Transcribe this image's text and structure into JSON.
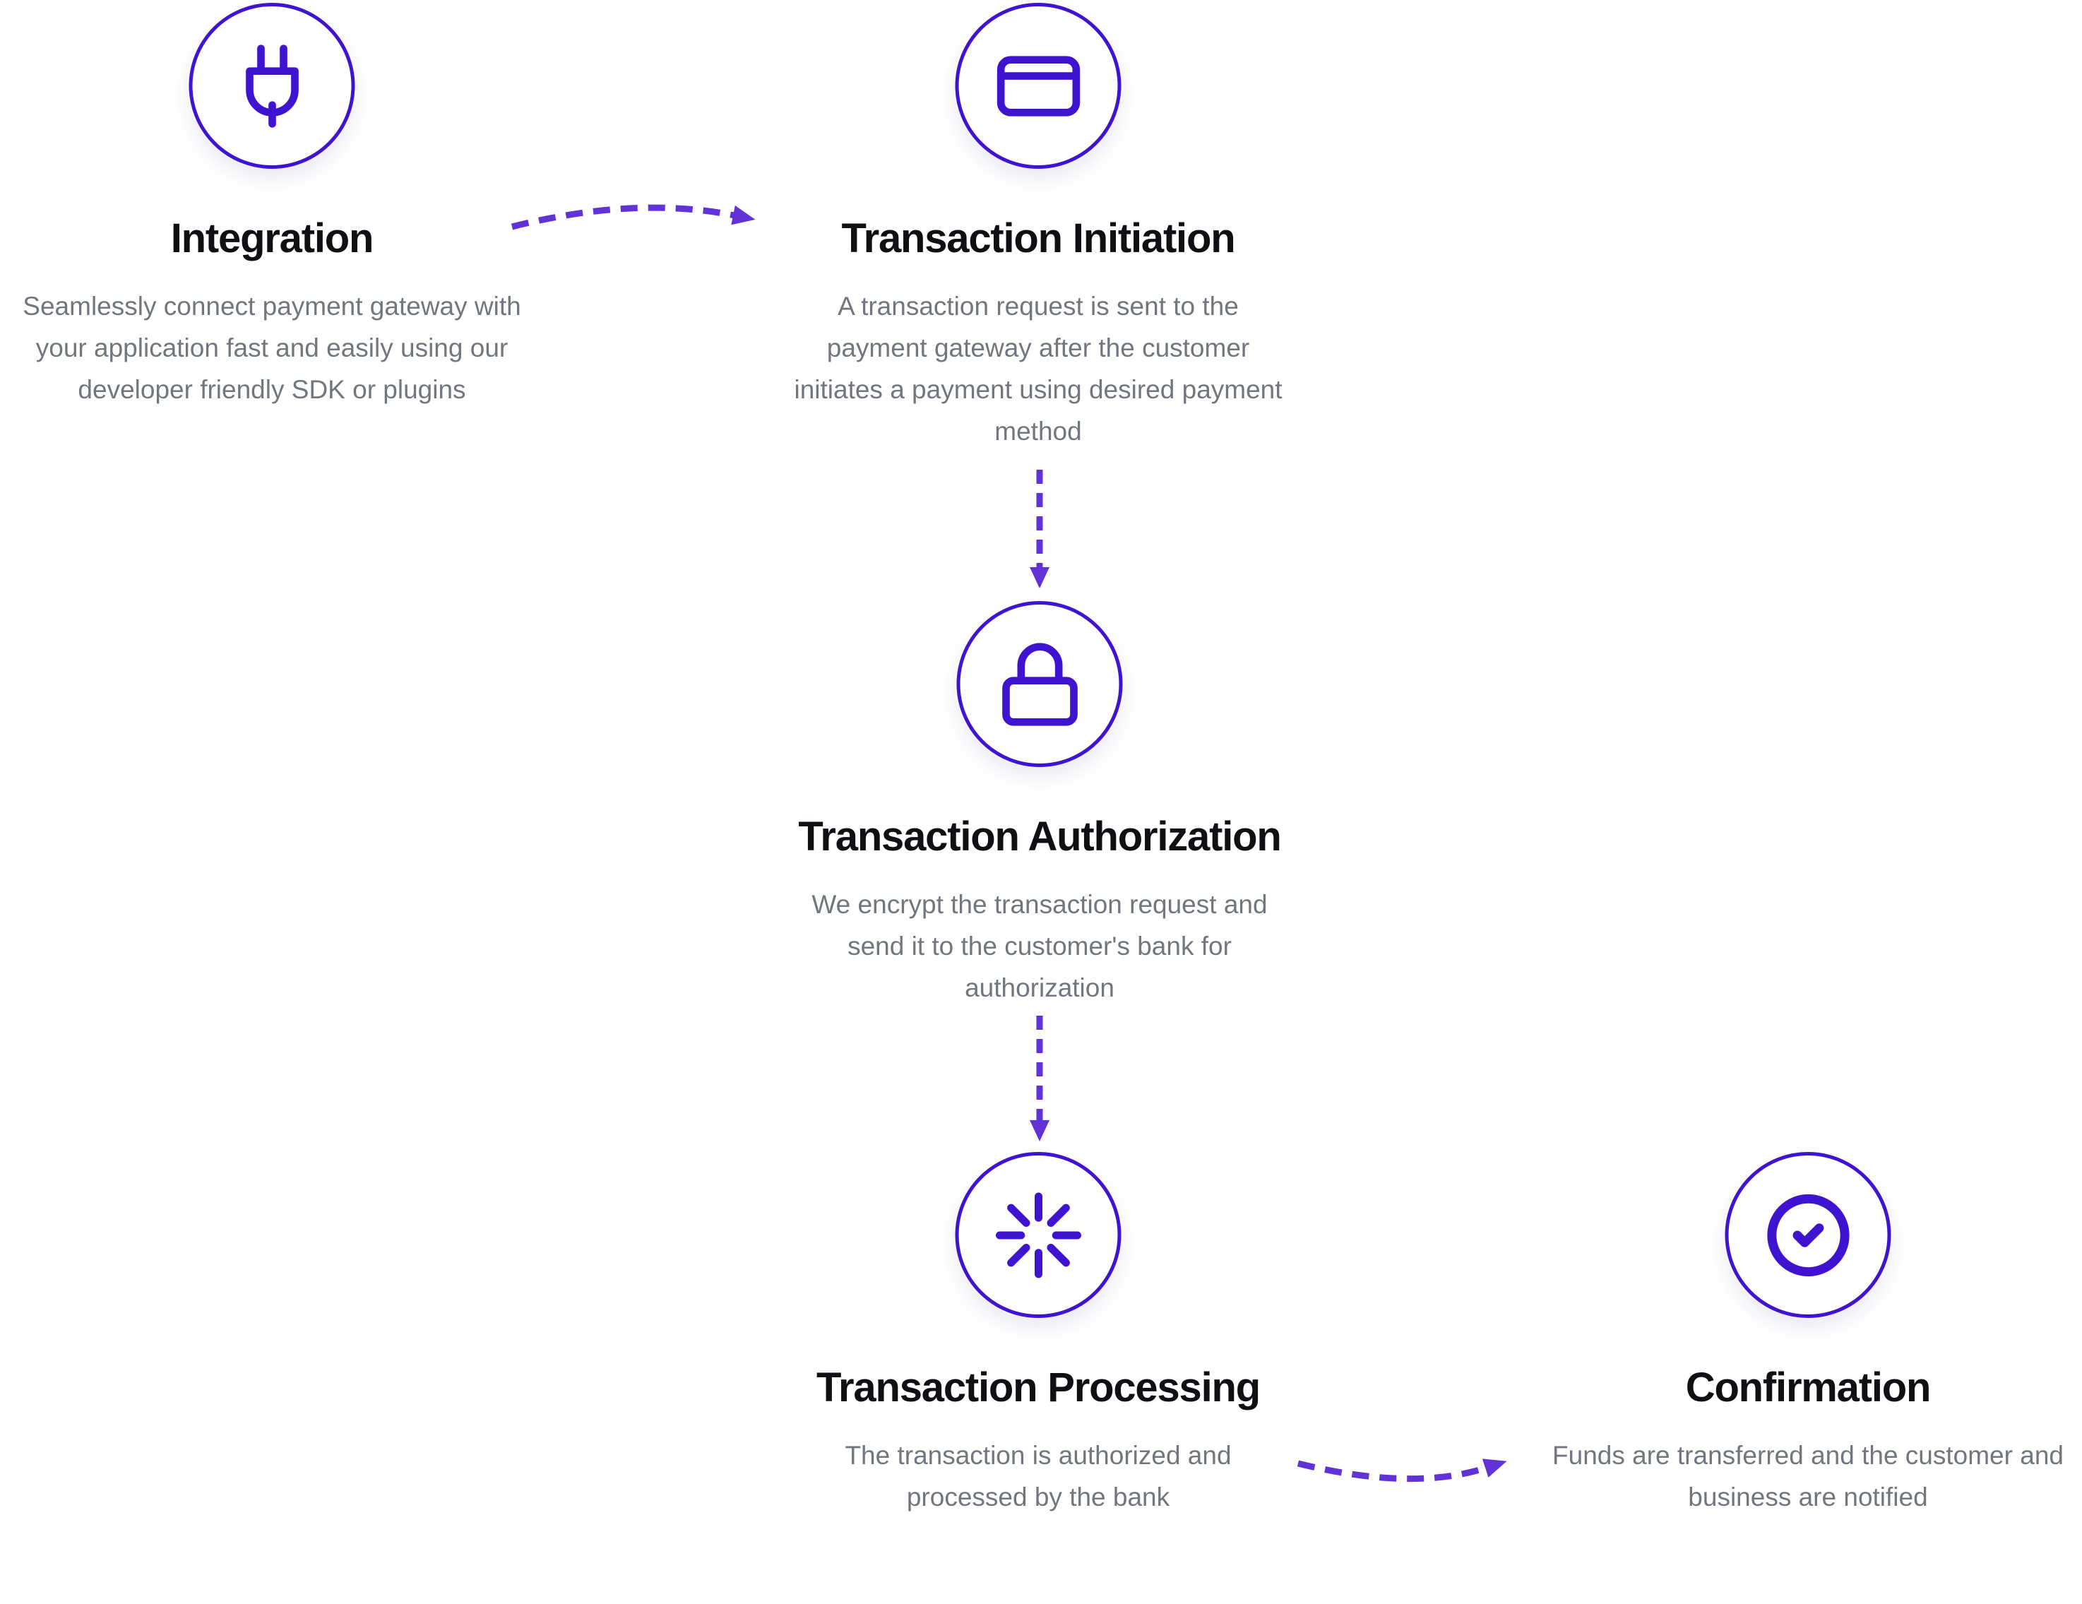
{
  "colors": {
    "primary": "#4013d0",
    "arrow": "#6133d6",
    "title": "#0f1014",
    "body": "#72767e",
    "bg": "#ffffff"
  },
  "steps": [
    {
      "id": "integration",
      "icon": "plug-icon",
      "title": "Integration",
      "lines": [
        "Seamlessly connect payment gateway with",
        "your application fast and easily using our",
        "developer friendly SDK or plugins"
      ]
    },
    {
      "id": "transaction-initiation",
      "icon": "credit-card-icon",
      "title": "Transaction Initiation",
      "lines": [
        "A transaction request is sent to the",
        "payment gateway after the customer",
        "initiates a payment using desired payment",
        "method"
      ]
    },
    {
      "id": "transaction-authorization",
      "icon": "lock-icon",
      "title": "Transaction Authorization",
      "lines": [
        "We encrypt the transaction request and",
        "send it to the customer's bank for",
        "authorization"
      ]
    },
    {
      "id": "transaction-processing",
      "icon": "loader-icon",
      "title": "Transaction Processing",
      "lines": [
        "The transaction is authorized and",
        "processed by the bank"
      ]
    },
    {
      "id": "confirmation",
      "icon": "check-circle-icon",
      "title": "Confirmation",
      "lines": [
        "Funds are transferred and the customer and",
        "business are notified"
      ]
    }
  ],
  "connectors": [
    {
      "from": "integration",
      "to": "transaction-initiation"
    },
    {
      "from": "transaction-initiation",
      "to": "transaction-authorization"
    },
    {
      "from": "transaction-authorization",
      "to": "transaction-processing"
    },
    {
      "from": "transaction-processing",
      "to": "confirmation"
    }
  ]
}
